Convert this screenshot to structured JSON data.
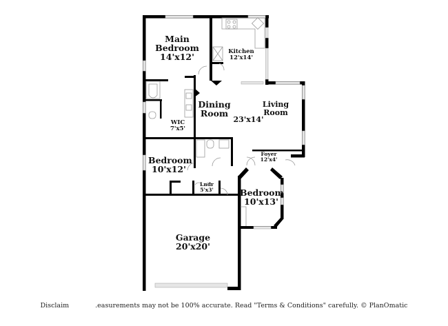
{
  "rooms": {
    "main_bedroom": {
      "name": "Main Bedroom",
      "line1": "Main",
      "line2": "Bedroom",
      "dim": "14'x12'"
    },
    "kitchen": {
      "name": "Kitchen",
      "dim": "12'x14'"
    },
    "dining_room": {
      "line1": "Dining",
      "line2": "Room"
    },
    "living_room": {
      "line1": "Living",
      "line2": "Room"
    },
    "great_room_dim": "23'x14'",
    "wic": {
      "name": "WIC",
      "dim": "7'x5'"
    },
    "bedroom_2": {
      "name": "Bedroom",
      "dim": "10'x12'"
    },
    "foyer": {
      "name": "Foyer",
      "dim": "12'x4'"
    },
    "laundry": {
      "name": "Lndr",
      "dim": "5'x3'"
    },
    "bedroom_3": {
      "name": "Bedroom",
      "dim": "10'x13'"
    },
    "garage": {
      "name": "Garage",
      "dim": "20'x20'"
    }
  },
  "footer": {
    "disclaimer_start": "Disclaim",
    "disclaimer_rest": ".easurements may not be 100% accurate. Read \"Terms & Conditions\" carefully. © PlanOmatic"
  },
  "colors": {
    "wall": "#000000",
    "window": "#cfcfcf",
    "fixture": "#9a9a9a",
    "background": "#ffffff"
  }
}
